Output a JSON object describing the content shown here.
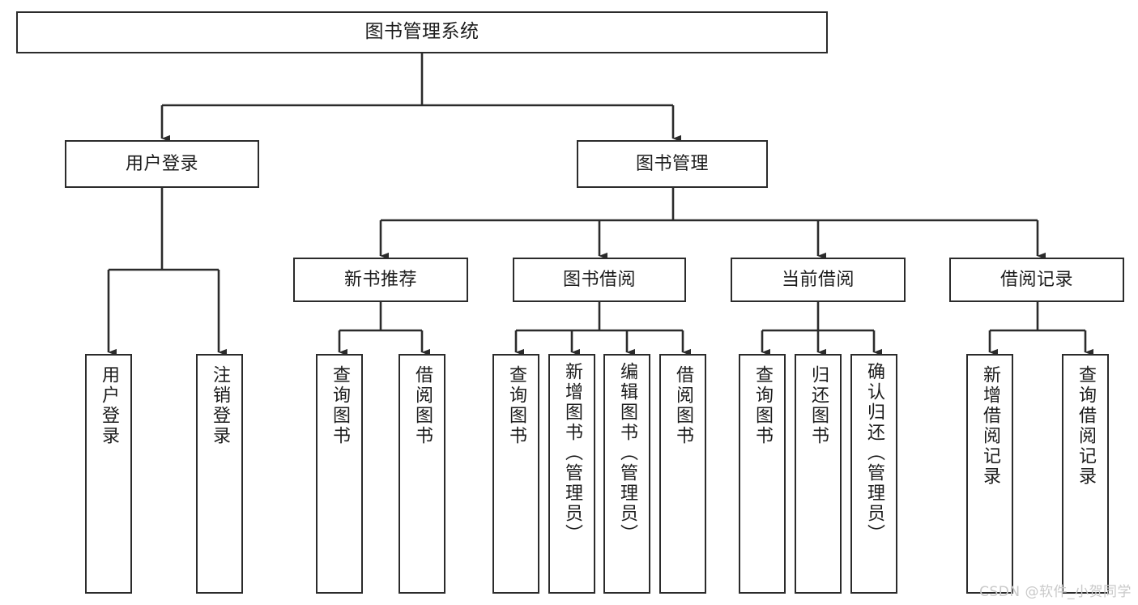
{
  "diagram": {
    "title": "图书管理系统",
    "type": "tree-hierarchy",
    "watermark": "CSDN @软件_小贺同学",
    "colors": {
      "box_border": "#2b2b2b",
      "box_fill": "#ffffff",
      "text": "#1c1c1c",
      "edge": "#2b2b2b",
      "watermark": "#c9c9c9",
      "background": "#ffffff"
    }
  },
  "nodes": {
    "root": {
      "label": "图书管理系统"
    },
    "level1": [
      {
        "label": "用户登录"
      },
      {
        "label": "图书管理"
      }
    ],
    "level2": [
      {
        "label": "新书推荐"
      },
      {
        "label": "图书借阅"
      },
      {
        "label": "当前借阅"
      },
      {
        "label": "借阅记录"
      }
    ],
    "leaves": {
      "user_login": [
        {
          "label": "用户登录"
        },
        {
          "label": "注销登录"
        }
      ],
      "new_book_recommend": [
        {
          "label": "查询图书"
        },
        {
          "label": "借阅图书"
        }
      ],
      "book_borrow": [
        {
          "label": "查询图书"
        },
        {
          "label": "新增图书（管理员）"
        },
        {
          "label": "编辑图书（管理员）"
        },
        {
          "label": "借阅图书"
        }
      ],
      "current_borrow": [
        {
          "label": "查询图书"
        },
        {
          "label": "归还图书"
        },
        {
          "label": "确认归还（管理员）"
        }
      ],
      "borrow_record": [
        {
          "label": "新增借阅记录"
        },
        {
          "label": "查询借阅记录"
        }
      ]
    }
  },
  "tree_structure": {
    "图书管理系统": {
      "用户登录": [
        "用户登录",
        "注销登录"
      ],
      "图书管理": {
        "新书推荐": [
          "查询图书",
          "借阅图书"
        ],
        "图书借阅": [
          "查询图书",
          "新增图书（管理员）",
          "编辑图书（管理员）",
          "借阅图书"
        ],
        "当前借阅": [
          "查询图书",
          "归还图书",
          "确认归还（管理员）"
        ],
        "借阅记录": [
          "新增借阅记录",
          "查询借阅记录"
        ]
      }
    }
  }
}
